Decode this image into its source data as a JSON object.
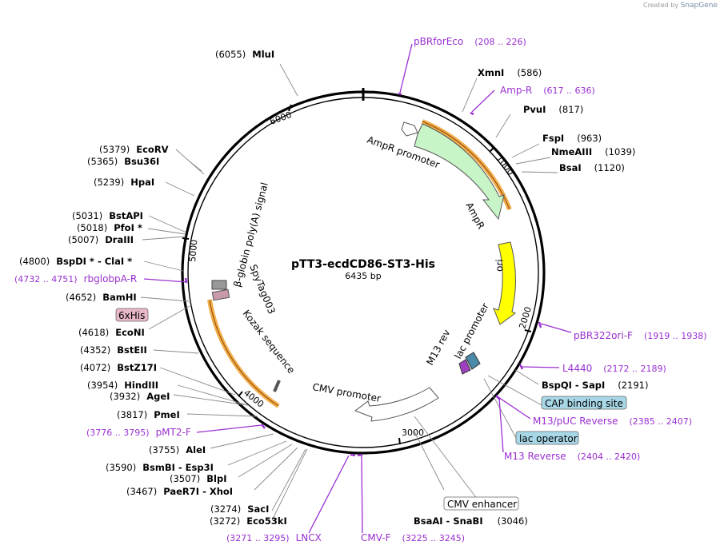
{
  "header": {
    "credit_prefix": "Created by",
    "credit_brand": "SnapGene"
  },
  "plasmid": {
    "name": "pTT3-ecdCD86-ST3-His",
    "length_text": "6435 bp"
  },
  "ring_ticks": [
    "1000",
    "2000",
    "3000",
    "4000",
    "5000",
    "6000"
  ],
  "features": [
    {
      "label": "AmpR promoter",
      "color": "#ffffff"
    },
    {
      "label": "AmpR",
      "color": "#c8f5c8"
    },
    {
      "label": "ori",
      "color": "#ffff00"
    },
    {
      "label": "lac promoter",
      "color": "#ffffff"
    },
    {
      "label": "M13 rev",
      "color": "#ffffff"
    },
    {
      "label": "CMV promoter",
      "color": "#ffffff"
    },
    {
      "label": "Kozak sequence",
      "color": "#ffffff"
    },
    {
      "label": "SpyTag003",
      "color": "#ffffff"
    },
    {
      "label": "β-globin poly(A) signal",
      "color": "#ffffff"
    }
  ],
  "sites": [
    {
      "pos": "(6055)",
      "name": "MluI"
    },
    {
      "pos": "(586)",
      "name": "XmnI"
    },
    {
      "pos": "(817)",
      "name": "PvuI"
    },
    {
      "pos": "(963)",
      "name": "FspI"
    },
    {
      "pos": "(1039)",
      "name": "NmeAIII"
    },
    {
      "pos": "(1120)",
      "name": "BsaI"
    },
    {
      "pos": "(2191)",
      "name": "BspQI  - SapI"
    },
    {
      "pos": "(3046)",
      "name": "BsaAI  - SnaBI"
    },
    {
      "pos": "(3272)",
      "name": "Eco53kI"
    },
    {
      "pos": "(3274)",
      "name": "SacI"
    },
    {
      "pos": "(3467)",
      "name": "PaeR7I  - XhoI"
    },
    {
      "pos": "(3507)",
      "name": "BlpI"
    },
    {
      "pos": "(3590)",
      "name": "BsmBI  - Esp3I"
    },
    {
      "pos": "(3755)",
      "name": "AleI"
    },
    {
      "pos": "(3817)",
      "name": "PmeI"
    },
    {
      "pos": "(3932)",
      "name": "AgeI"
    },
    {
      "pos": "(3954)",
      "name": "HindIII"
    },
    {
      "pos": "(4072)",
      "name": "BstZ17I"
    },
    {
      "pos": "(4352)",
      "name": "BstEII"
    },
    {
      "pos": "(4618)",
      "name": "EcoNI"
    },
    {
      "pos": "(4652)",
      "name": "BamHI"
    },
    {
      "pos": "(4800)",
      "name": "BspDI *  - ClaI *"
    },
    {
      "pos": "(5007)",
      "name": "DraIII"
    },
    {
      "pos": "(5018)",
      "name": "PfoI *"
    },
    {
      "pos": "(5031)",
      "name": "BstAPI"
    },
    {
      "pos": "(5239)",
      "name": "HpaI"
    },
    {
      "pos": "(5365)",
      "name": "Bsu36I"
    },
    {
      "pos": "(5379)",
      "name": "EcoRV"
    }
  ],
  "primers": [
    {
      "name": "pBRforEco",
      "range": "(208 .. 226)"
    },
    {
      "name": "Amp-R",
      "range": "(617 .. 636)"
    },
    {
      "name": "pBR322ori-F",
      "range": "(1919 .. 1938)"
    },
    {
      "name": "L4440",
      "range": "(2172 .. 2189)"
    },
    {
      "name": "M13/pUC Reverse",
      "range": "(2385 .. 2407)"
    },
    {
      "name": "M13 Reverse",
      "range": "(2404 .. 2420)"
    },
    {
      "name": "CMV-F",
      "range": "(3225 .. 3245)"
    },
    {
      "name": "LNCX",
      "range": "(3271 .. 3295)"
    },
    {
      "name": "pMT2-F",
      "range": "(3776 .. 3795)"
    },
    {
      "name": "rbglobpA-R",
      "range": "(4732 .. 4751)"
    }
  ],
  "boxed": [
    {
      "label": "CAP binding site",
      "fill": "#a8d8e8"
    },
    {
      "label": "lac operator",
      "fill": "#a8d8e8"
    },
    {
      "label": "CMV enhancer",
      "fill": "#ffffff"
    },
    {
      "label": "6xHis",
      "fill": "#e8b8c8"
    }
  ],
  "colors": {
    "site_text": "#000000",
    "primer": "#9a2fd0",
    "backbone": "#000000",
    "leader": "#888888"
  }
}
